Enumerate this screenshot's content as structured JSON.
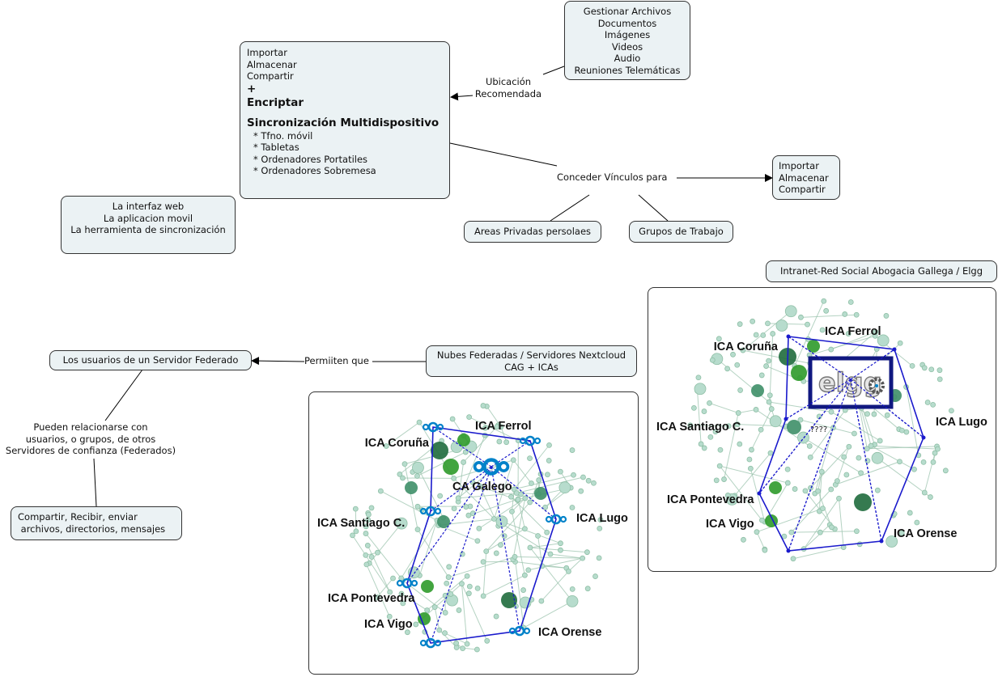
{
  "concept_map": {
    "features_box": {
      "lines": [
        "Importar",
        "Almacenar",
        "Compartir"
      ],
      "plus": "+",
      "encrypt": "Encriptar",
      "sync_title": "Sincronización Multidispositivo",
      "devices": [
        "* Tfno. móvil",
        "* Tabletas",
        "* Ordenadores Portatiles",
        "* Ordenadores Sobremesa"
      ]
    },
    "manage_box": {
      "lines": [
        "Gestionar Archivos",
        "Documentos",
        "Imágenes",
        "Videos",
        "Audio",
        "Reuniones Telemáticas"
      ]
    },
    "link_ubicacion": [
      "Ubicación",
      "Recomendada"
    ],
    "link_conceder": "Conceder Vínculos para",
    "import_box": {
      "lines": [
        "Importar",
        "Almacenar",
        "Compartir"
      ]
    },
    "areas_box": "Areas Privadas persolaes",
    "grupos_box": "Grupos de Trabajo",
    "interfaces_box": {
      "lines": [
        "La interfaz web",
        "La aplicacion movil",
        "La herramienta de sincronización"
      ]
    },
    "elgg_title_box": "Intranet-Red Social  Abogacia Gallega / Elgg",
    "users_box": "Los usuarios de un Servidor Federado",
    "link_permiten": "Permiiten que",
    "nubes_box": {
      "lines": [
        "Nubes Federadas / Servidores Nextcloud",
        "CAG + ICAs"
      ]
    },
    "link_pueden": [
      "Pueden relacionarse con",
      "usuarios, o grupos, de otros",
      "Servidores de confianza (Federados)"
    ],
    "share_box": {
      "lines": [
        "Compartir, Recibir, enviar",
        " archivos, directorios, mensajes"
      ]
    }
  },
  "nextcloud_network": {
    "center_label": "CA Galego",
    "nodes": [
      {
        "id": "coruna",
        "label": "ICA Coruña"
      },
      {
        "id": "ferrol",
        "label": "ICA Ferrol"
      },
      {
        "id": "santiago",
        "label": "ICA Santiago C."
      },
      {
        "id": "lugo",
        "label": "ICA Lugo"
      },
      {
        "id": "pontevedra",
        "label": "ICA Pontevedra"
      },
      {
        "id": "vigo",
        "label": "ICA Vigo"
      },
      {
        "id": "orense",
        "label": "ICA Orense"
      }
    ]
  },
  "elgg_network": {
    "center_label": "elgg",
    "unknown_label": "????",
    "nodes": [
      {
        "id": "coruna",
        "label": "ICA Coruña"
      },
      {
        "id": "ferrol",
        "label": "ICA Ferrol"
      },
      {
        "id": "santiago",
        "label": "ICA Santiago C."
      },
      {
        "id": "lugo",
        "label": "ICA Lugo"
      },
      {
        "id": "pontevedra",
        "label": "ICA Pontevedra"
      },
      {
        "id": "vigo",
        "label": "ICA Vigo"
      },
      {
        "id": "orense",
        "label": "ICA Orense"
      }
    ]
  },
  "colors": {
    "node_fill": "#ebf2f4",
    "polygon_blue": "#1a1acc",
    "nextcloud_blue": "#0082c9",
    "graph_edge": "#9cc4ae",
    "graph_node": "#b7dccd",
    "green_dark": "#1f6b3d",
    "green_bright": "#2e9a2a",
    "elgg_frame": "#101880"
  }
}
